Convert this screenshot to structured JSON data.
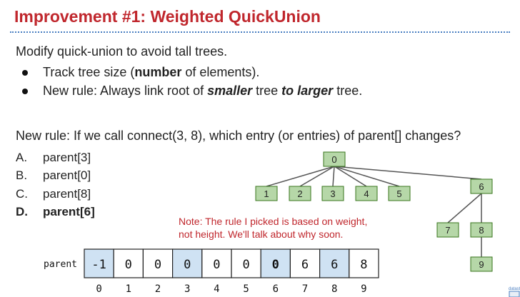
{
  "slide": {
    "title": "Improvement #1: Weighted QuickUnion",
    "intro": "Modify quick-union to avoid tall trees.",
    "bullets": [
      {
        "pre": "Track tree size (",
        "b": "number",
        "post": " of elements)."
      },
      {
        "pre": "New rule: Always link root of ",
        "bi1": "smaller",
        "mid": " tree ",
        "bi2": "to larger",
        "post": " tree."
      }
    ],
    "question": "New rule: If we call connect(3, 8), which entry (or entries) of parent[] changes?",
    "options": [
      {
        "letter": "A.",
        "text": "parent[3]",
        "bold": false
      },
      {
        "letter": "B.",
        "text": "parent[0]",
        "bold": false
      },
      {
        "letter": "C.",
        "text": "parent[8]",
        "bold": false
      },
      {
        "letter": "D.",
        "text": "parent[6]",
        "bold": true
      }
    ],
    "note_line1": "Note: The rule I picked is based on weight,",
    "note_line2": "not height. We'll talk about why soon.",
    "corner_text": "datast"
  },
  "array": {
    "label": "parent",
    "values": [
      "-1",
      "0",
      "0",
      "0",
      "0",
      "0",
      "0",
      "6",
      "6",
      "8"
    ],
    "indices": [
      "0",
      "1",
      "2",
      "3",
      "4",
      "5",
      "6",
      "7",
      "8",
      "9"
    ],
    "highlighted": [
      0,
      3,
      6,
      8
    ],
    "bold_cells": [
      6
    ],
    "highlight_color": "#cfe2f3"
  },
  "tree": {
    "node_fill": "#b6d7a8",
    "node_stroke": "#38761d",
    "nodes": [
      {
        "id": "0",
        "label": "0"
      },
      {
        "id": "1",
        "label": "1"
      },
      {
        "id": "2",
        "label": "2"
      },
      {
        "id": "3",
        "label": "3"
      },
      {
        "id": "4",
        "label": "4"
      },
      {
        "id": "5",
        "label": "5"
      },
      {
        "id": "6",
        "label": "6"
      },
      {
        "id": "7",
        "label": "7"
      },
      {
        "id": "8",
        "label": "8"
      },
      {
        "id": "9",
        "label": "9"
      }
    ],
    "edges": [
      [
        "0",
        "1"
      ],
      [
        "0",
        "2"
      ],
      [
        "0",
        "3"
      ],
      [
        "0",
        "4"
      ],
      [
        "0",
        "5"
      ],
      [
        "0",
        "6"
      ],
      [
        "6",
        "7"
      ],
      [
        "6",
        "8"
      ],
      [
        "8",
        "9"
      ]
    ]
  }
}
